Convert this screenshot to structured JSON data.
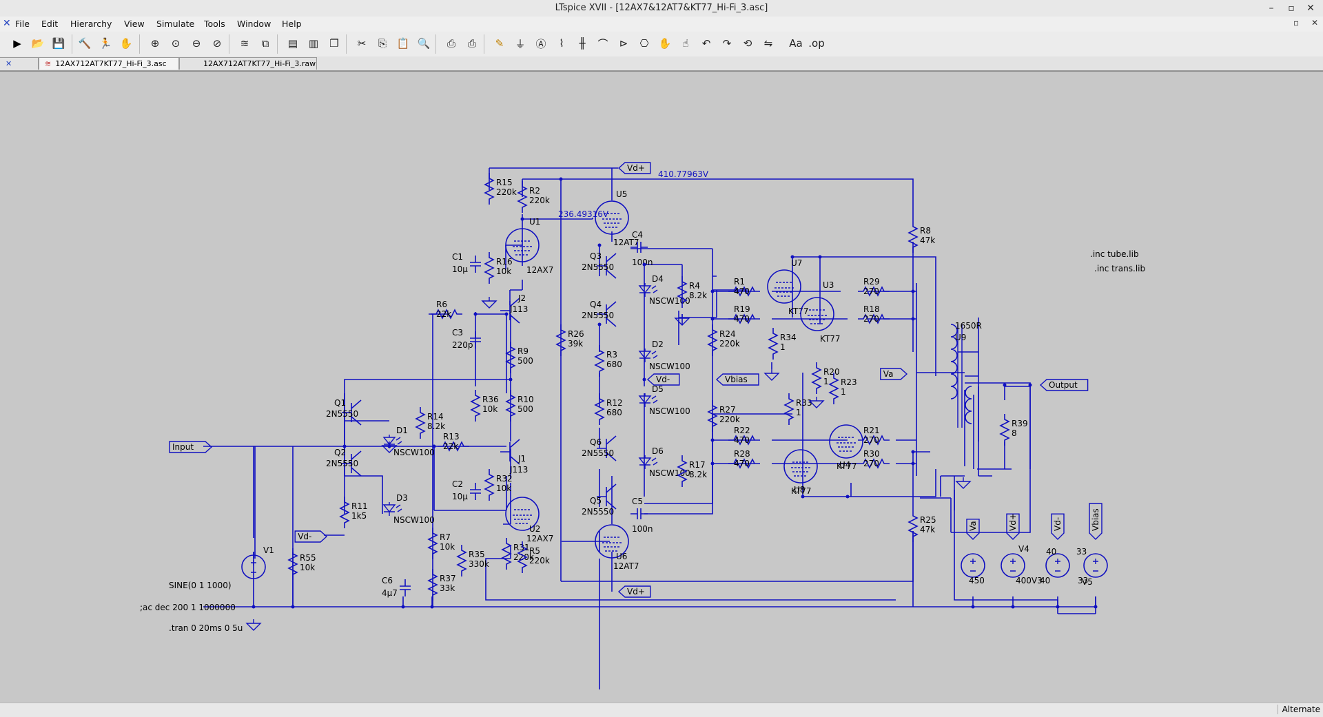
{
  "window": {
    "title": "LTspice XVII - [12AX7&12AT7&KT77_Hi-Fi_3.asc]",
    "minimize": "–",
    "restore": "▫",
    "close": "✕"
  },
  "menu": [
    "File",
    "Edit",
    "Hierarchy",
    "View",
    "Simulate",
    "Tools",
    "Window",
    "Help"
  ],
  "mdi_controls": [
    "▫",
    "✕"
  ],
  "toolbar": [
    "run-icon",
    "open-icon",
    "save-icon",
    "control-panel-icon",
    "halt-icon",
    "hand-pan-icon",
    "zoom-in-icon",
    "zoom-fit-icon",
    "zoom-out-icon",
    "zoom-cancel-icon",
    "waveform-icon",
    "autorange-icon",
    "tile-horizontal-icon",
    "tile-vertical-icon",
    "cascade-icon",
    "cut-icon",
    "copy-icon",
    "paste-icon",
    "find-icon",
    "print-icon",
    "print-preview-icon",
    "wire-icon",
    "ground-icon",
    "label-net-icon",
    "resistor-icon",
    "capacitor-icon",
    "inductor-icon",
    "diode-icon",
    "component-icon",
    "move-icon",
    "drag-icon",
    "undo-icon",
    "redo-icon",
    "rotate-icon",
    "mirror-icon",
    "text-icon",
    "spice-directive-icon"
  ],
  "tabs": [
    {
      "label": "12AX712AT7KT77_Hi-Fi_3.asc",
      "active": true
    },
    {
      "label": "12AX712AT7KT77_Hi-Fi_3.raw",
      "active": false
    }
  ],
  "status": {
    "right": "Alternate"
  },
  "schematic": {
    "colors": {
      "wire": "#1010c0",
      "text": "#000000",
      "symbol": "#1010c0",
      "voltage_label": "#1010c0"
    },
    "node_voltages": [
      "410.77963V",
      "236.49316V"
    ],
    "directives": [
      ".inc tube.lib",
      ".inc trans.lib",
      "SINE(0 1 1000)",
      ";ac dec 200 1 1000000",
      ".tran 0 20ms 0 5u"
    ],
    "net_labels": [
      "Vd+",
      "Vd+",
      "Vd-",
      "Vd-",
      "Vbias",
      "Va",
      "Input",
      "Output",
      "Va",
      "Vd+",
      "Vd-",
      "Vbias"
    ],
    "components": {
      "R15": "220k",
      "R2": "220k",
      "R16": "10k",
      "C1": "10µ",
      "R6": "22k",
      "C3": "220p",
      "R9": "500",
      "R36": "10k",
      "R10": "500",
      "R14": "8.2k",
      "R13": "22k",
      "R11": "1k5",
      "R32": "10k",
      "C2": "10µ",
      "R7": "10k",
      "R37": "33k",
      "C6": "4µ7",
      "R35": "330k",
      "R31": "220k",
      "R5": "220k",
      "R55": "10k",
      "R26": "39k",
      "R3": "680",
      "R12": "680",
      "R4": "8.2k",
      "R17": "8.2k",
      "C4": "100n",
      "C5": "100n",
      "R24": "220k",
      "R27": "220k",
      "R1": "470",
      "R19": "470",
      "R22": "470",
      "R28": "470",
      "R34": "1",
      "R33": "1",
      "R20": "1",
      "R23": "1",
      "R29": "270",
      "R18": "270",
      "R21": "270",
      "R30": "270",
      "R8": "47k",
      "R25": "47k",
      "R39": "8",
      "U9": "1650R",
      "V1": "",
      "V2": "450",
      "V4": "400V3",
      "V3": "40",
      "V5": "33"
    },
    "tubes": {
      "U1": "12AX7",
      "U2": "12AX7",
      "U5": "12AT7",
      "U6": "12AT7",
      "U7": "KT77",
      "U3": "KT77",
      "U4": "KT77",
      "U8": "KT77"
    },
    "transistors": {
      "Q1": "2N5550",
      "Q2": "2N5550",
      "Q3": "2N5550",
      "Q4": "2N5550",
      "Q5": "2N5550",
      "Q6": "2N5550",
      "J1": "J113",
      "J2": "J113"
    },
    "diodes": {
      "D1": "NSCW100",
      "D2": "NSCW100",
      "D3": "NSCW100",
      "D4": "NSCW100",
      "D5": "NSCW100",
      "D6": "NSCW100"
    }
  }
}
